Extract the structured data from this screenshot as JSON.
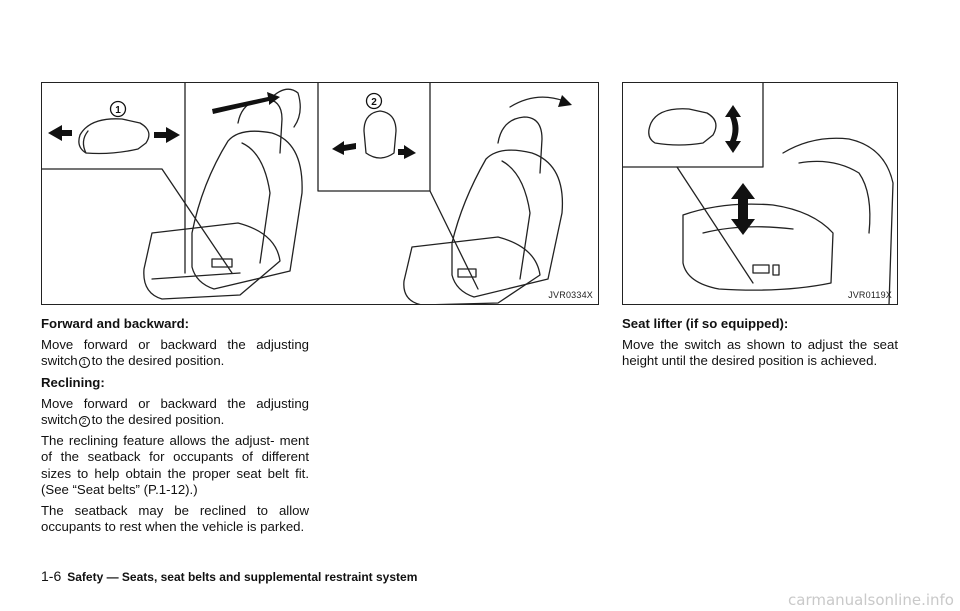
{
  "figures": {
    "left": {
      "code": "JVR0334X",
      "callout_1": "1",
      "callout_2": "2"
    },
    "right": {
      "code": "JVR0119X"
    }
  },
  "left_column": {
    "heading_forward": "Forward and backward:",
    "forward_before": "Move forward or backward the adjusting switch",
    "forward_marker": "1",
    "forward_after": "to the desired position.",
    "heading_reclining": "Reclining:",
    "reclining_before": "Move forward or backward the adjusting switch",
    "reclining_marker": "2",
    "reclining_after": "to the desired position.",
    "reclining_feature": "The reclining feature allows the adjust- ment of the seatback for occupants of different sizes to help obtain the proper seat belt fit. (See “Seat belts” (P.1-12).)",
    "seatback_note": "The seatback may be reclined to allow occupants to rest when the vehicle is parked."
  },
  "right_column": {
    "heading_lifter": "Seat lifter (if so equipped):",
    "lifter_text": "Move the switch as shown to adjust the seat height until the desired position is achieved."
  },
  "footer": {
    "page_number": "1-6",
    "section_title": "Safety — Seats, seat belts and supplemental restraint system"
  },
  "watermark": "carmanualsonline.info"
}
